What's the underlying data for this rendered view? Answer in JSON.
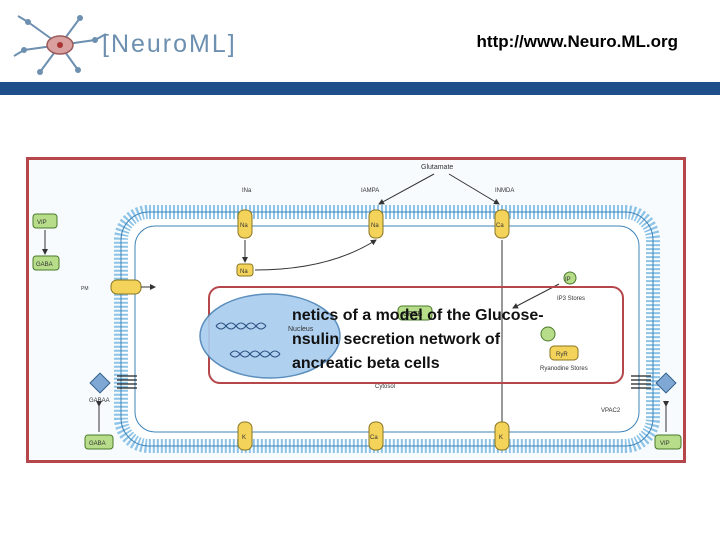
{
  "header": {
    "logo_text": "[NeuroML]",
    "url": "http://www.Neuro.ML.org"
  },
  "figure": {
    "labels": {
      "glutamate": "Glutamate",
      "ina": "INa",
      "iampa": "IAMPA",
      "inmda": "INMDA",
      "vip_top": "VIP",
      "gaba_top": "GABA",
      "pm": "PM",
      "na_channel": "Na",
      "k_channel": "K",
      "ca_channel": "Ca",
      "nucleus": "Nucleus",
      "creb": "CREB",
      "ip": "IP",
      "ip3_stores": "IP3 Stores",
      "ryr": "RyR",
      "ryanodine_stores": "Ryanodine Stores",
      "cytosol": "Cytosol",
      "gaba_a": "GABAA",
      "vpac2": "VPAC2",
      "gaba_bottom": "GABA",
      "vip_bottom": "VIP"
    }
  },
  "caption": {
    "line1": "netics of a model of the Glucose-",
    "line2": "nsulin secretion network of",
    "line3": "ancreatic beta cells"
  }
}
